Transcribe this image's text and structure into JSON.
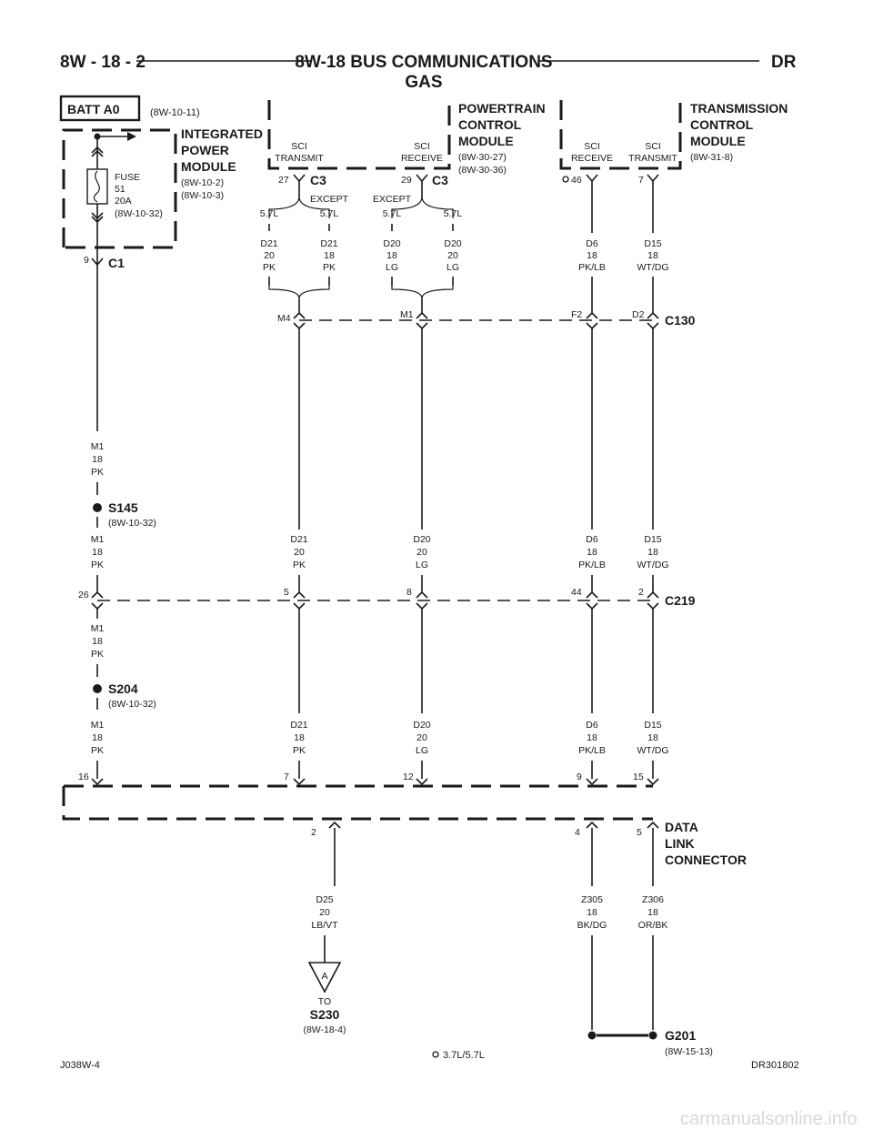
{
  "header": {
    "left": "8W - 18 - 2",
    "title": "8W-18 BUS COMMUNICATIONS",
    "subtitle": "GAS",
    "right": "DR"
  },
  "batt": {
    "label": "BATT A0",
    "ref": "(8W-10-11)"
  },
  "ipm": {
    "title_lines": [
      "INTEGRATED",
      "POWER",
      "MODULE"
    ],
    "refs": [
      "(8W-10-2)",
      "(8W-10-3)"
    ],
    "fuse": [
      "FUSE",
      "51",
      "20A",
      "(8W-10-32)"
    ],
    "connector": "C1",
    "pin": "9"
  },
  "pcm": {
    "title_lines": [
      "POWERTRAIN",
      "CONTROL",
      "MODULE"
    ],
    "refs": [
      "(8W-30-27)",
      "(8W-30-36)"
    ],
    "sci_transmit": [
      "SCI",
      "TRANSMIT"
    ],
    "sci_receive": [
      "SCI",
      "RECEIVE"
    ],
    "pin_tx": "27",
    "pin_rx": "29",
    "connector": "C3",
    "variants": {
      "left_a": "5.7L",
      "except1": "EXCEPT",
      "left_b": "5.7L",
      "except2": "EXCEPT",
      "right_a": "5.7L",
      "right_b": "5.7L"
    }
  },
  "tcm": {
    "title_lines": [
      "TRANSMISSION",
      "CONTROL",
      "MODULE"
    ],
    "ref": "(8W-31-8)",
    "sci_receive": [
      "SCI",
      "RECEIVE"
    ],
    "sci_transmit": [
      "SCI",
      "TRANSMIT"
    ],
    "pin_rx": "46",
    "pin_tx": "7"
  },
  "wires_top": {
    "d21_a": [
      "D21",
      "20",
      "PK"
    ],
    "d21_b": [
      "D21",
      "18",
      "PK"
    ],
    "d20_a": [
      "D20",
      "18",
      "LG"
    ],
    "d20_b": [
      "D20",
      "20",
      "LG"
    ],
    "d6": [
      "D6",
      "18",
      "PK/LB"
    ],
    "d15": [
      "D15",
      "18",
      "WT/DG"
    ]
  },
  "c130": {
    "name": "C130",
    "pins": [
      "M4",
      "M1",
      "F2",
      "D2"
    ]
  },
  "s145": {
    "name": "S145",
    "ref": "(8W-10-32)"
  },
  "m1_a": [
    "M1",
    "18",
    "PK"
  ],
  "m1_b": [
    "M1",
    "18",
    "PK"
  ],
  "mid_wires": {
    "d21": [
      "D21",
      "20",
      "PK"
    ],
    "d20": [
      "D20",
      "20",
      "LG"
    ],
    "d6": [
      "D6",
      "18",
      "PK/LB"
    ],
    "d15": [
      "D15",
      "18",
      "WT/DG"
    ]
  },
  "c219": {
    "name": "C219",
    "pins": [
      "26",
      "5",
      "8",
      "44",
      "2"
    ]
  },
  "m1_c": [
    "M1",
    "18",
    "PK"
  ],
  "s204": {
    "name": "S204",
    "ref": "(8W-10-32)"
  },
  "m1_d": [
    "M1",
    "18",
    "PK"
  ],
  "low_wires": {
    "d21": [
      "D21",
      "18",
      "PK"
    ],
    "d20": [
      "D20",
      "20",
      "LG"
    ],
    "d6": [
      "D6",
      "18",
      "PK/LB"
    ],
    "d15": [
      "D15",
      "18",
      "WT/DG"
    ]
  },
  "dlc": {
    "title_lines": [
      "DATA",
      "LINK",
      "CONNECTOR"
    ],
    "top_pins": [
      "16",
      "7",
      "12",
      "9",
      "15"
    ],
    "bottom_pins": [
      "2",
      "4",
      "5"
    ]
  },
  "bottom_wires": {
    "d25": [
      "D25",
      "20",
      "LB/VT"
    ],
    "z305": [
      "Z305",
      "18",
      "BK/DG"
    ],
    "z306": [
      "Z306",
      "18",
      "OR/BK"
    ]
  },
  "to_s230": {
    "marker": "A",
    "to": "TO",
    "name": "S230",
    "ref": "(8W-18-4)"
  },
  "g201": {
    "name": "G201",
    "ref": "(8W-15-13)"
  },
  "footer": {
    "left": "J038W-4",
    "center": "3.7L/5.7L",
    "right": "DR301802"
  },
  "watermark": "carmanualsonline.info"
}
